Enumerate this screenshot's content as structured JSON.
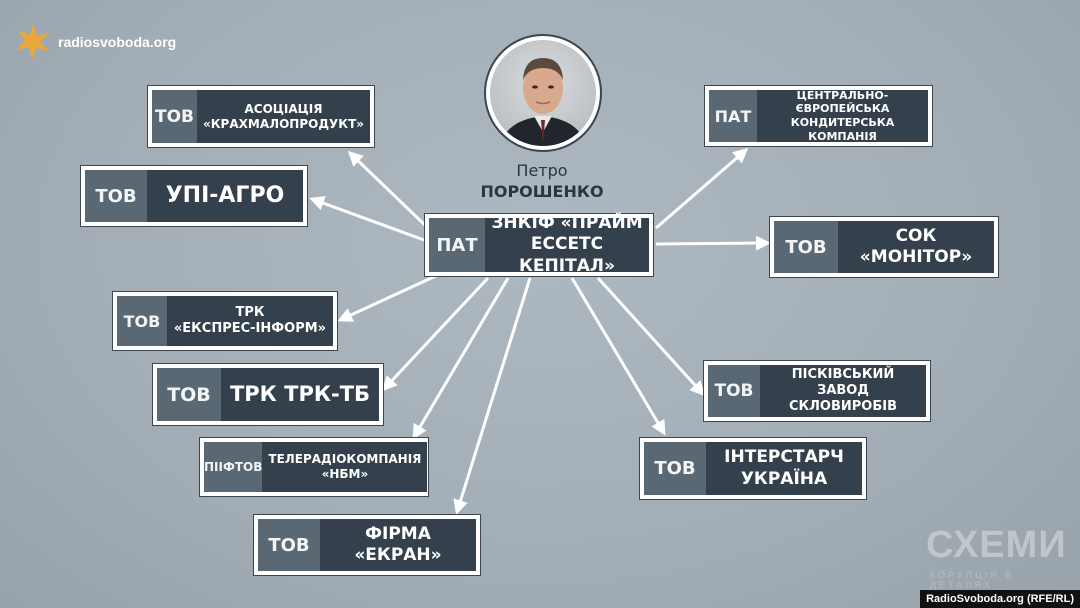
{
  "logo": {
    "text": "radiosvoboda.org"
  },
  "person": {
    "first_name": "Петро",
    "last_name": "ПОРОШЕНКО"
  },
  "center": {
    "type": "ПАТ",
    "name_line1": "ЗНКІФ «ПРАЙМ",
    "name_line2": "ЕССЕТС КЕПІТАЛ»"
  },
  "companies": [
    {
      "id": "asotsiatsiia",
      "type": "ТОВ",
      "line1": "АСОЦІАЦІЯ",
      "line2": "«КРАХМАЛОПРОДУКТ»"
    },
    {
      "id": "upi-ahro",
      "type": "ТОВ",
      "line1": "УПІ-АГРО",
      "line2": ""
    },
    {
      "id": "trk-ekspres",
      "type": "ТОВ",
      "line1": "ТРК",
      "line2": "«ЕКСПРЕС-ІНФОРМ»"
    },
    {
      "id": "trk-tb",
      "type": "ТОВ",
      "line1": "ТРК ТРК-ТБ",
      "line2": ""
    },
    {
      "id": "nbm",
      "type": "ПІІФТОВ",
      "line1": "ТЕЛЕРАДІОКОМПАНІЯ",
      "line2": "«НБМ»"
    },
    {
      "id": "ekran",
      "type": "ТОВ",
      "line1": "ФІРМА «ЕКРАН»",
      "line2": ""
    },
    {
      "id": "tsentralno",
      "type": "ПАТ",
      "line1": "ЦЕНТРАЛЬНО-ЄВРОПЕЙСЬКА",
      "line2": "КОНДИТЕРСЬКА КОМПАНІЯ"
    },
    {
      "id": "monitor",
      "type": "ТОВ",
      "line1": "СОК «МОНІТОР»",
      "line2": ""
    },
    {
      "id": "piskivskyi",
      "type": "ТОВ",
      "line1": "ПІСКІВСЬКИЙ ЗАВОД",
      "line2": "СКЛОВИРОБІВ"
    },
    {
      "id": "interstarch",
      "type": "ТОВ",
      "line1": "ІНТЕРСТАРЧ",
      "line2": "УКРАЇНА"
    }
  ],
  "watermark": {
    "title": "СХЕМИ",
    "subtitle": "КОРУПЦІЯ В ДЕТАЛЯХ"
  },
  "credit": "RadioSvoboda.org (RFE/RL)",
  "colors": {
    "background": "#a3adb5",
    "type_box": "#5a6873",
    "name_box": "#34414c",
    "arrow": "#ffffff"
  }
}
